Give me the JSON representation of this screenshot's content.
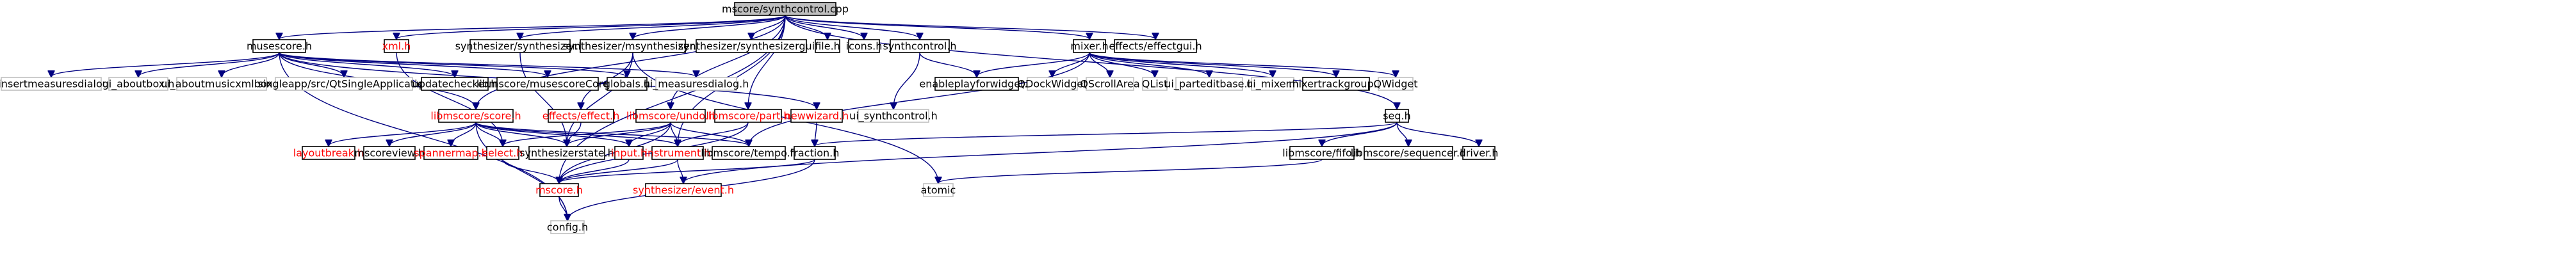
{
  "colors": {
    "background": "#ffffff",
    "edge": "#000080",
    "root_fill": "#bfbfbf",
    "node_fill": "#ffffff",
    "node_border_documented": "#000000",
    "node_border_undocumented": "#bfbfbf",
    "text_documented": "#000000",
    "text_undocumented": "#000000",
    "text_red": "#ff0000"
  },
  "graph": {
    "type": "include-dependency-graph",
    "root": "synthcontrol_cpp",
    "nodes": [
      {
        "id": "synthcontrol_cpp",
        "label": "mscore/synthcontrol.cpp",
        "kind": "root"
      },
      {
        "id": "musescore_h",
        "label": "musescore.h",
        "kind": "documented"
      },
      {
        "id": "xml_h",
        "label": "xml.h",
        "kind": "red"
      },
      {
        "id": "synthesizer_h",
        "label": "synthesizer/synthesizer.h",
        "kind": "documented"
      },
      {
        "id": "msynthesizer_h",
        "label": "synthesizer/msynthesizer.h",
        "kind": "documented"
      },
      {
        "id": "synthesizergui_h",
        "label": "synthesizer/synthesizergui.h",
        "kind": "documented"
      },
      {
        "id": "file_h",
        "label": "file.h",
        "kind": "documented"
      },
      {
        "id": "icons_h",
        "label": "icons.h",
        "kind": "documented"
      },
      {
        "id": "synthcontrol_h",
        "label": "synthcontrol.h",
        "kind": "documented"
      },
      {
        "id": "mixer_h",
        "label": "mixer.h",
        "kind": "documented"
      },
      {
        "id": "effectgui_h",
        "label": "effects/effectgui.h",
        "kind": "documented"
      },
      {
        "id": "ui_insertmeasuresdialog_h",
        "label": "ui_insertmeasuresdialog.h",
        "kind": "undocumented"
      },
      {
        "id": "ui_aboutbox_h",
        "label": "ui_aboutbox.h",
        "kind": "undocumented"
      },
      {
        "id": "ui_aboutmusicxmlbox_h",
        "label": "ui_aboutmusicxmlbox.h",
        "kind": "undocumented"
      },
      {
        "id": "qtsingleapplication",
        "label": "singleapp/src/QtSingleApplication",
        "kind": "undocumented"
      },
      {
        "id": "updatechecker_h",
        "label": "updatechecker.h",
        "kind": "documented"
      },
      {
        "id": "musescorecore_h",
        "label": "libmscore/musescoreCore.h",
        "kind": "documented"
      },
      {
        "id": "globals_h",
        "label": "globals.h",
        "kind": "documented"
      },
      {
        "id": "ui_measuresdialog_h",
        "label": "ui_measuresdialog.h",
        "kind": "undocumented"
      },
      {
        "id": "score_h",
        "label": "libmscore/score.h",
        "kind": "red"
      },
      {
        "id": "effect_h",
        "label": "effects/effect.h",
        "kind": "red"
      },
      {
        "id": "undo_h",
        "label": "libmscore/undo.h",
        "kind": "red"
      },
      {
        "id": "part_h",
        "label": "libmscore/part.h",
        "kind": "red"
      },
      {
        "id": "newwizard_h",
        "label": "newwizard.h",
        "kind": "red"
      },
      {
        "id": "ui_synthcontrol_h",
        "label": "ui_synthcontrol.h",
        "kind": "undocumented"
      },
      {
        "id": "enableplayforwidget_h",
        "label": "enableplayforwidget.h",
        "kind": "documented"
      },
      {
        "id": "qdockwidget",
        "label": "QDockWidget",
        "kind": "undocumented"
      },
      {
        "id": "qscrollarea",
        "label": "QScrollArea",
        "kind": "undocumented"
      },
      {
        "id": "qlist",
        "label": "QList",
        "kind": "undocumented"
      },
      {
        "id": "ui_parteditbase_h",
        "label": "ui_parteditbase.h",
        "kind": "undocumented"
      },
      {
        "id": "ui_mixer_h",
        "label": "ui_mixer.h",
        "kind": "undocumented"
      },
      {
        "id": "mixertrackgroup_h",
        "label": "mixertrackgroup.h",
        "kind": "documented"
      },
      {
        "id": "qwidget",
        "label": "QWidget",
        "kind": "undocumented"
      },
      {
        "id": "seq_h",
        "label": "seq.h",
        "kind": "documented"
      },
      {
        "id": "layoutbreak_h",
        "label": "layoutbreak.h",
        "kind": "red"
      },
      {
        "id": "mscoreview_h",
        "label": "mscoreview.h",
        "kind": "documented"
      },
      {
        "id": "spannermap_h",
        "label": "spannermap.h",
        "kind": "red"
      },
      {
        "id": "select_h",
        "label": "select.h",
        "kind": "red"
      },
      {
        "id": "synthesizerstate_h",
        "label": "synthesizerstate.h",
        "kind": "documented"
      },
      {
        "id": "input_h",
        "label": "input.h",
        "kind": "red"
      },
      {
        "id": "instrument_h",
        "label": "instrument.h",
        "kind": "red"
      },
      {
        "id": "tempo_h",
        "label": "libmscore/tempo.h",
        "kind": "documented"
      },
      {
        "id": "fraction_h",
        "label": "fraction.h",
        "kind": "documented"
      },
      {
        "id": "fifo_h",
        "label": "libmscore/fifo.h",
        "kind": "documented"
      },
      {
        "id": "sequencer_h",
        "label": "libmscore/sequencer.h",
        "kind": "documented"
      },
      {
        "id": "driver_h",
        "label": "driver.h",
        "kind": "documented"
      },
      {
        "id": "mscore_h",
        "label": "mscore.h",
        "kind": "red"
      },
      {
        "id": "event_h",
        "label": "synthesizer/event.h",
        "kind": "red"
      },
      {
        "id": "atomic",
        "label": "atomic",
        "kind": "undocumented"
      },
      {
        "id": "config_h",
        "label": "config.h",
        "kind": "undocumented"
      }
    ],
    "edges": [
      [
        "synthcontrol_cpp",
        "musescore_h"
      ],
      [
        "synthcontrol_cpp",
        "xml_h"
      ],
      [
        "synthcontrol_cpp",
        "synthesizer_h"
      ],
      [
        "synthcontrol_cpp",
        "msynthesizer_h"
      ],
      [
        "synthcontrol_cpp",
        "synthesizergui_h"
      ],
      [
        "synthcontrol_cpp",
        "file_h"
      ],
      [
        "synthcontrol_cpp",
        "icons_h"
      ],
      [
        "synthcontrol_cpp",
        "synthcontrol_h"
      ],
      [
        "synthcontrol_cpp",
        "mixer_h"
      ],
      [
        "synthcontrol_cpp",
        "effectgui_h"
      ],
      [
        "synthcontrol_cpp",
        "score_h"
      ],
      [
        "synthcontrol_cpp",
        "undo_h"
      ],
      [
        "synthcontrol_cpp",
        "part_h"
      ],
      [
        "synthcontrol_cpp",
        "seq_h"
      ],
      [
        "synthcontrol_cpp",
        "mscore_h"
      ],
      [
        "synthcontrol_cpp",
        "instrument_h"
      ],
      [
        "musescore_h",
        "ui_insertmeasuresdialog_h"
      ],
      [
        "musescore_h",
        "ui_aboutbox_h"
      ],
      [
        "musescore_h",
        "ui_aboutmusicxmlbox_h"
      ],
      [
        "musescore_h",
        "qtsingleapplication"
      ],
      [
        "musescore_h",
        "updatechecker_h"
      ],
      [
        "musescore_h",
        "musescorecore_h"
      ],
      [
        "musescore_h",
        "globals_h"
      ],
      [
        "musescore_h",
        "ui_measuresdialog_h"
      ],
      [
        "musescore_h",
        "score_h"
      ],
      [
        "musescore_h",
        "newwizard_h"
      ],
      [
        "musescore_h",
        "config_h"
      ],
      [
        "xml_h",
        "select_h"
      ],
      [
        "synthesizer_h",
        "synthesizerstate_h"
      ],
      [
        "msynthesizer_h",
        "effect_h"
      ],
      [
        "msynthesizer_h",
        "synthesizerstate_h"
      ],
      [
        "msynthesizer_h",
        "atomic"
      ],
      [
        "synthcontrol_h",
        "ui_synthcontrol_h"
      ],
      [
        "synthcontrol_h",
        "enableplayforwidget_h"
      ],
      [
        "mixer_h",
        "enableplayforwidget_h"
      ],
      [
        "mixer_h",
        "qdockwidget"
      ],
      [
        "mixer_h",
        "qscrollarea"
      ],
      [
        "mixer_h",
        "qlist"
      ],
      [
        "mixer_h",
        "ui_parteditbase_h"
      ],
      [
        "mixer_h",
        "ui_mixer_h"
      ],
      [
        "mixer_h",
        "mixertrackgroup_h"
      ],
      [
        "mixer_h",
        "qwidget"
      ],
      [
        "mixer_h",
        "tempo_h"
      ],
      [
        "score_h",
        "layoutbreak_h"
      ],
      [
        "score_h",
        "mscoreview_h"
      ],
      [
        "score_h",
        "spannermap_h"
      ],
      [
        "score_h",
        "select_h"
      ],
      [
        "score_h",
        "synthesizerstate_h"
      ],
      [
        "score_h",
        "input_h"
      ],
      [
        "score_h",
        "instrument_h"
      ],
      [
        "score_h",
        "tempo_h"
      ],
      [
        "score_h",
        "config_h"
      ],
      [
        "effect_h",
        "synthesizerstate_h"
      ],
      [
        "undo_h",
        "select_h"
      ],
      [
        "undo_h",
        "synthesizerstate_h"
      ],
      [
        "undo_h",
        "input_h"
      ],
      [
        "undo_h",
        "instrument_h"
      ],
      [
        "undo_h",
        "mscore_h"
      ],
      [
        "undo_h",
        "tempo_h"
      ],
      [
        "part_h",
        "instrument_h"
      ],
      [
        "part_h",
        "mscore_h"
      ],
      [
        "newwizard_h",
        "fraction_h"
      ],
      [
        "seq_h",
        "fifo_h"
      ],
      [
        "seq_h",
        "sequencer_h"
      ],
      [
        "seq_h",
        "driver_h"
      ],
      [
        "seq_h",
        "event_h"
      ],
      [
        "seq_h",
        "fraction_h"
      ],
      [
        "select_h",
        "mscore_h"
      ],
      [
        "input_h",
        "mscore_h"
      ],
      [
        "instrument_h",
        "mscore_h"
      ],
      [
        "instrument_h",
        "event_h"
      ],
      [
        "fraction_h",
        "mscore_h"
      ],
      [
        "fraction_h",
        "config_h"
      ],
      [
        "fifo_h",
        "atomic"
      ],
      [
        "mscore_h",
        "config_h"
      ]
    ]
  }
}
